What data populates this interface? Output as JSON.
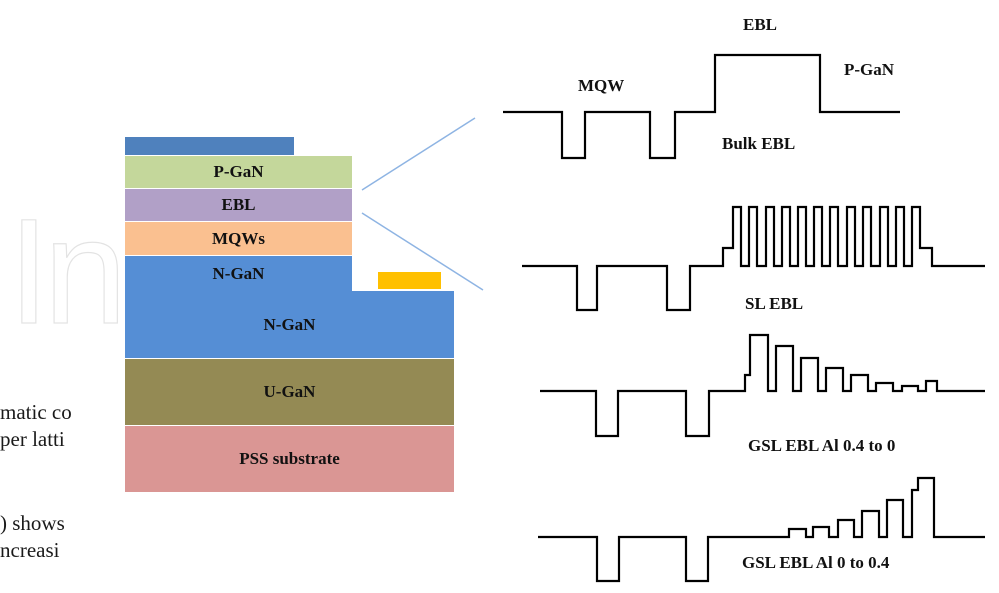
{
  "background_text": {
    "line1": "matic co",
    "line2": "per latti",
    "line3": ") shows",
    "line4": "ncreasi"
  },
  "stack": {
    "layers": [
      {
        "label": "",
        "color": "#4f81bd"
      },
      {
        "label": "P-GaN",
        "color": "#c4d79b"
      },
      {
        "label": "EBL",
        "color": "#b1a0c7"
      },
      {
        "label": "MQWs",
        "color": "#fac090"
      },
      {
        "label": "N-GaN",
        "color": "#558ed5"
      },
      {
        "label": "N-GaN",
        "color": "#558ed5"
      },
      {
        "label": "U-GaN",
        "color": "#948a54"
      },
      {
        "label": "PSS substrate",
        "color": "#da9694"
      }
    ],
    "contact_color": "#ffc000"
  },
  "profiles": {
    "mqw": "MQW",
    "ebl": "EBL",
    "pgan": "P-GaN",
    "bulk": "Bulk EBL",
    "sl": "SL EBL",
    "gsl1": "GSL EBL Al 0.4 to 0",
    "gsl2": "GSL EBL Al 0 to 0.4"
  },
  "line_color": "#8eb4e3"
}
